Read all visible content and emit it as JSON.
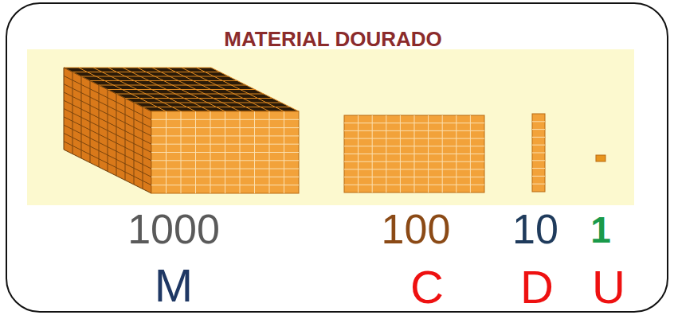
{
  "diagram": {
    "title": "MATERIAL DOURADO",
    "labels": [
      "1000",
      "100",
      "10",
      "1",
      "M",
      "C",
      "D",
      "U"
    ]
  }
}
